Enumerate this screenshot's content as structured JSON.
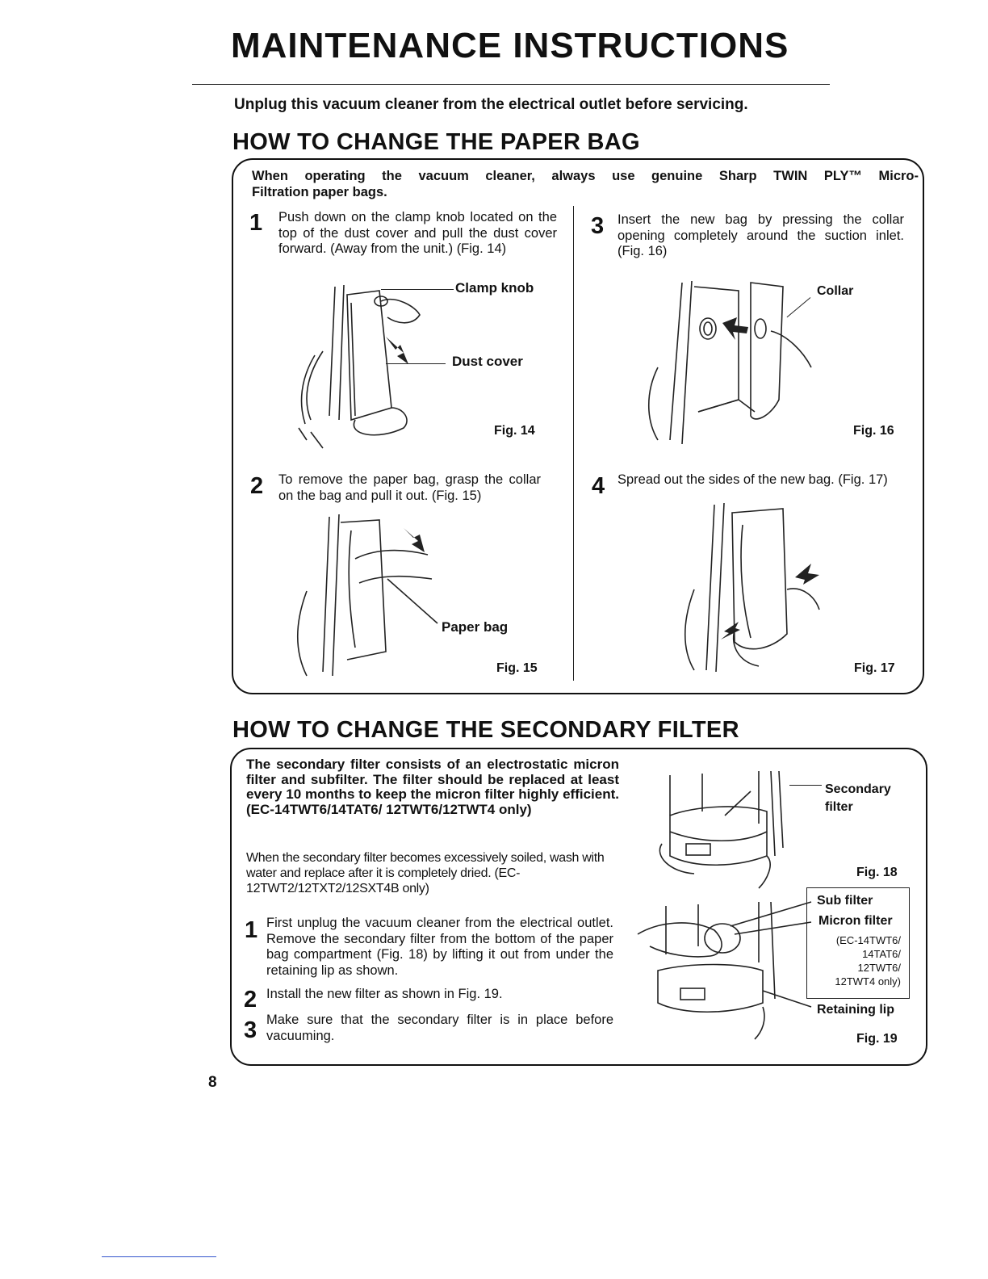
{
  "title": "MAINTENANCE INSTRUCTIONS",
  "warning": "Unplug this vacuum cleaner from the electrical outlet before servicing.",
  "paper_bag": {
    "heading": "HOW TO CHANGE THE PAPER BAG",
    "intro_line1": "When operating the vacuum cleaner, always use genuine Sharp TWIN PLY™ Micro-",
    "intro_line2": "Filtration paper bags.",
    "steps": [
      {
        "num": "1",
        "text": "Push down on the clamp knob located on the top of the dust cover and pull the dust cover forward. (Away from the unit.) (Fig. 14)"
      },
      {
        "num": "2",
        "text": "To remove the paper bag, grasp the collar on the bag and pull it out. (Fig. 15)"
      },
      {
        "num": "3",
        "text": "Insert the new bag by pressing the collar opening completely around the suction inlet. (Fig. 16)"
      },
      {
        "num": "4",
        "text": "Spread out the sides of the new bag. (Fig. 17)"
      }
    ],
    "labels": {
      "clamp_knob": "Clamp knob",
      "dust_cover": "Dust cover",
      "paper_bag": "Paper bag",
      "collar": "Collar"
    },
    "figs": {
      "fig14": "Fig. 14",
      "fig15": "Fig. 15",
      "fig16": "Fig. 16",
      "fig17": "Fig. 17"
    }
  },
  "secondary_filter": {
    "heading": "HOW TO CHANGE THE SECONDARY FILTER",
    "intro_bold": "The secondary filter consists of an electrostatic micron filter and subfilter. The filter should be replaced at least every 10 months to keep the micron filter highly efficient.(EC-14TWT6/14TAT6/ 12TWT6/12TWT4 only)",
    "intro_plain": "When the secondary filter becomes excessively soiled, wash with water and replace after it is completely dried. (EC-12TWT2/12TXT2/12SXT4B only)",
    "steps": [
      {
        "num": "1",
        "text": "First unplug the vacuum cleaner from the electrical outlet. Remove the secondary filter from the bottom of the paper bag compartment (Fig. 18) by lifting it out from under the retaining lip as shown."
      },
      {
        "num": "2",
        "text": "Install the new filter as shown in Fig. 19."
      },
      {
        "num": "3",
        "text": "Make sure that the secondary filter is in place before vacuuming."
      }
    ],
    "labels": {
      "secondary_filter_1": "Secondary",
      "secondary_filter_2": "filter",
      "sub_filter": "Sub filter",
      "micron_filter": "Micron filter",
      "models_1": "(EC-14TWT6/",
      "models_2": "14TAT6/",
      "models_3": "12TWT6/",
      "models_4": "12TWT4 only)",
      "retaining_lip": "Retaining lip"
    },
    "figs": {
      "fig18": "Fig. 18",
      "fig19": "Fig. 19"
    }
  },
  "page_number": "8"
}
